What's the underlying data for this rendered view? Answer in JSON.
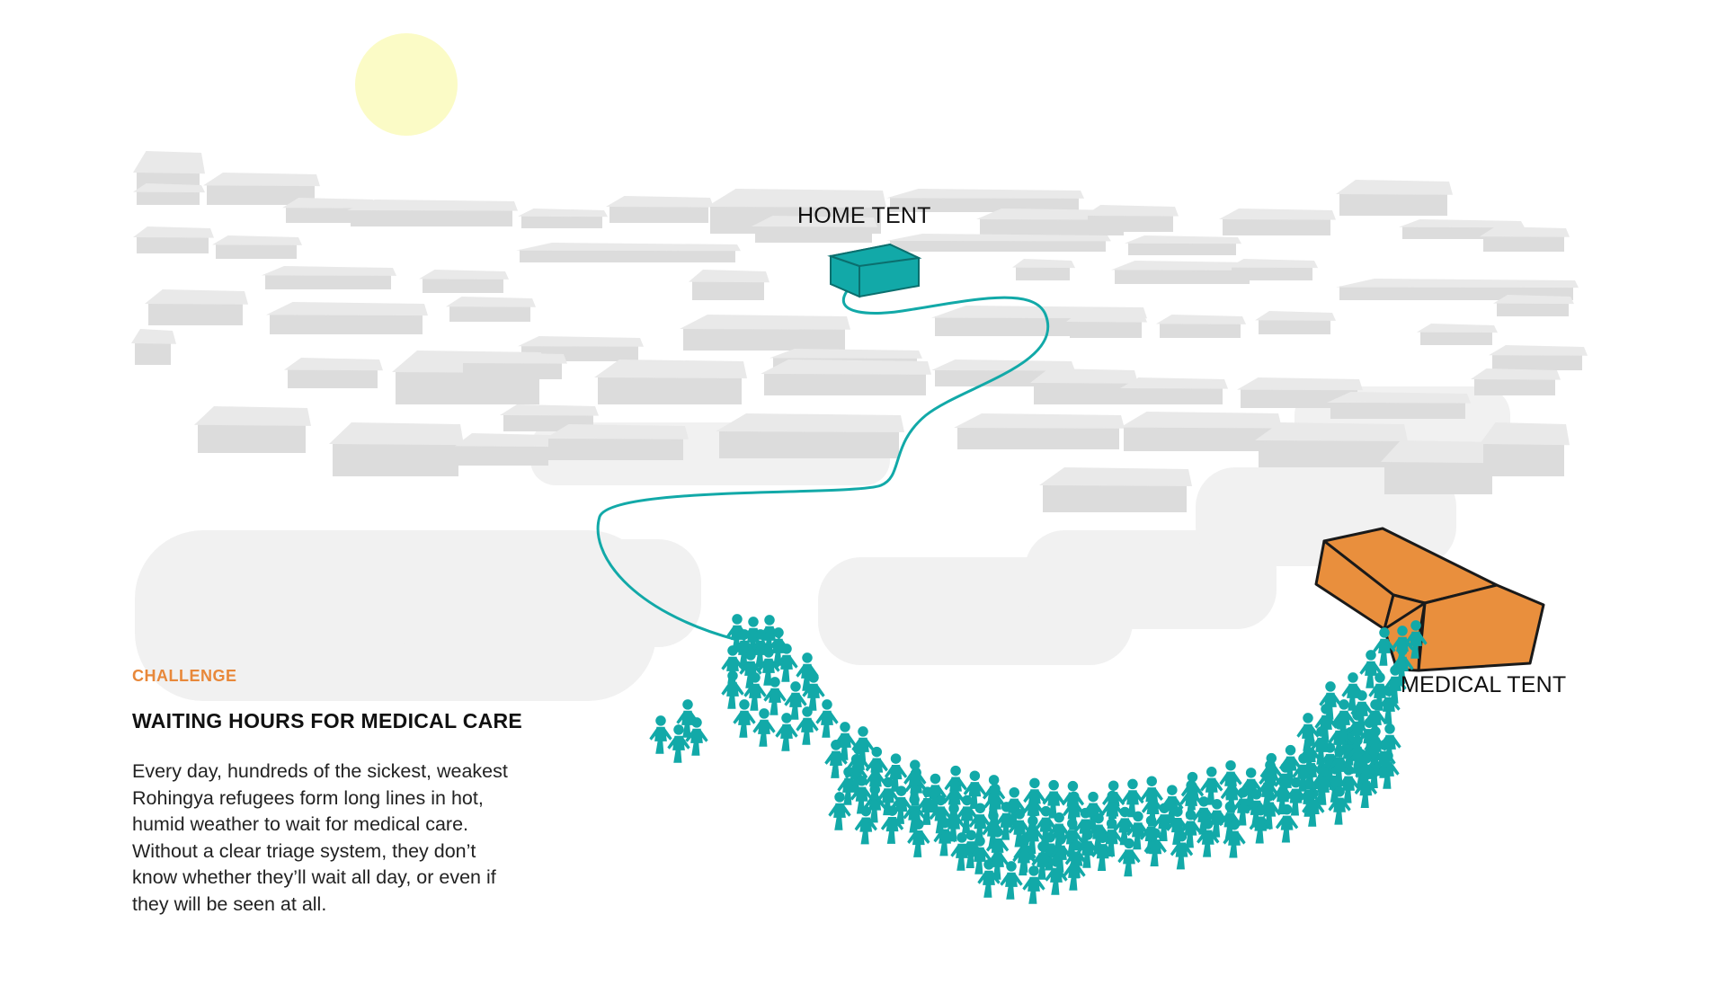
{
  "scene": {
    "home_tent_label": "HOME TENT",
    "medical_tent_label": "MEDICAL TENT",
    "colors": {
      "sun": "#fbfbc6",
      "shelter_roof": "#e9e9e9",
      "shelter_wall": "#dcdcdc",
      "ground": "#f1f1f1",
      "path_and_people": "#12a9a8",
      "home_tent": "#12a9a8",
      "medical_tent": "#e98f3d",
      "medical_tent_outline": "#1a1a1a"
    }
  },
  "challenge": {
    "eyebrow": "CHALLENGE",
    "title": "WAITING HOURS FOR MEDICAL CARE",
    "body_lines": [
      "Every day, hundreds of the sickest, weakest",
      "Rohingya refugees form long lines in hot,",
      "humid weather to wait for medical care.",
      "Without a clear triage system, they don’t",
      "know whether they’ll wait all day, or even if",
      "they will be seen at all."
    ]
  }
}
